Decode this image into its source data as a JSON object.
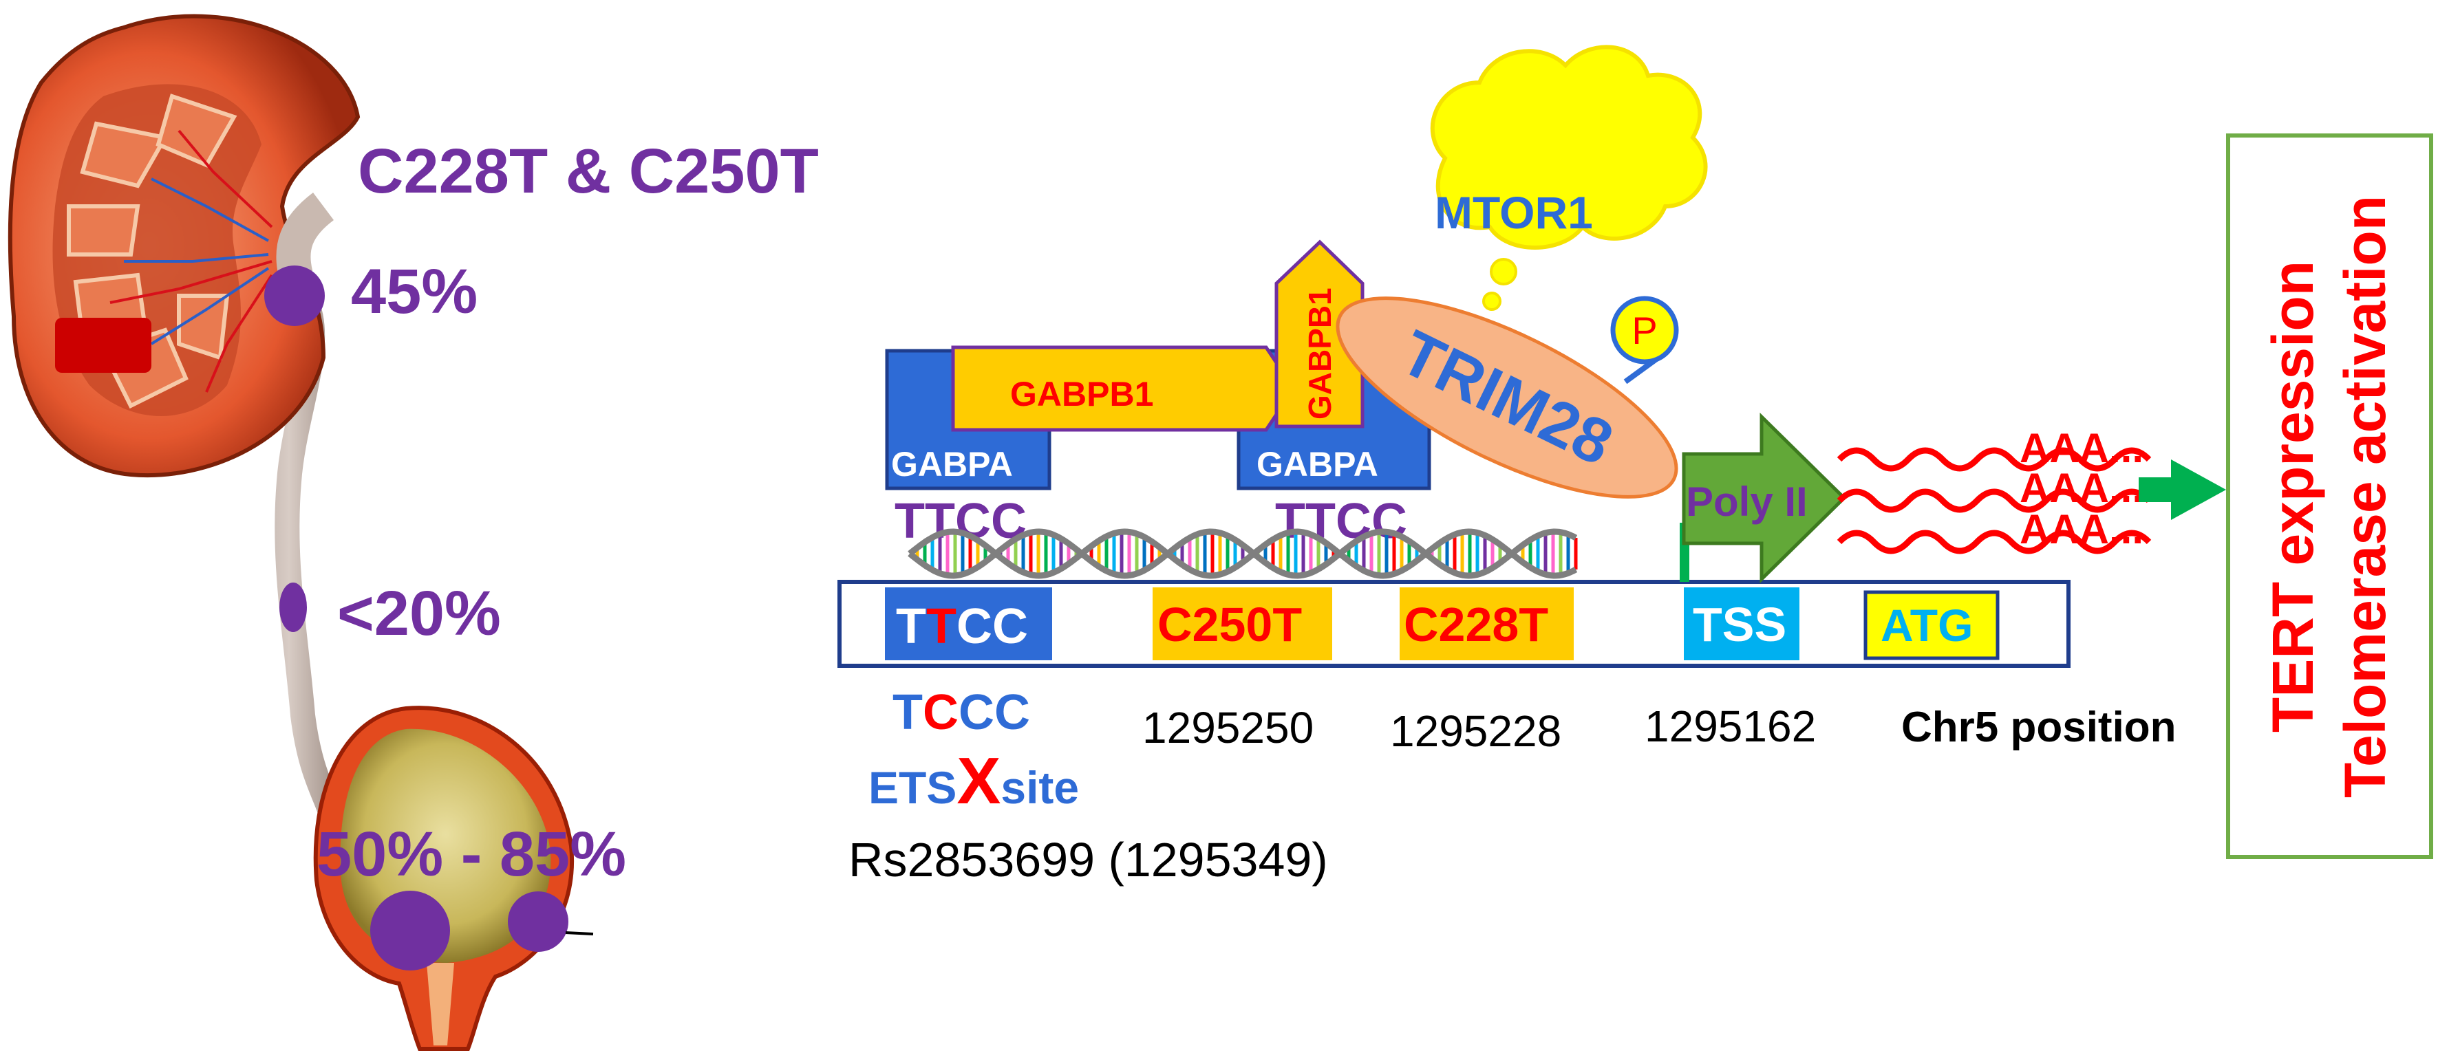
{
  "urinary": {
    "kidney_header": "C228T & C250T",
    "kidney_pct": "45%",
    "ureter_pct": "<20%",
    "bladder_pct": "50% - 85%"
  },
  "proteins": {
    "gabpa_left": "GABPA",
    "gabpa_right": "GABPA",
    "gabpb1_horizontal": "GABPB1",
    "gabpb1_vertical": "GABPB1",
    "mtor1": "MTOR1",
    "trim28": "TRIM28",
    "phospho": "P",
    "pol2": "Poly II"
  },
  "motifs": {
    "ttcc_left": "TTCC",
    "ttcc_right": "TTCC"
  },
  "promoter": {
    "box1": [
      "T",
      "T",
      "CC"
    ],
    "box2": "C250T",
    "box3": "C228T",
    "tss": "TSS",
    "atg": "ATG"
  },
  "positions": {
    "c250t": "1295250",
    "c228t": "1295228",
    "tss": "1295162",
    "axis_label": "Chr5 position"
  },
  "snp": {
    "allele": [
      "T",
      "C",
      "CC"
    ],
    "ets_prefix": "ETS",
    "ets_x": "X",
    "ets_suffix": "site",
    "rs_label": "Rs2853699 (1295349)"
  },
  "transcripts": [
    "AAA...",
    "AAA...",
    "AAA..."
  ],
  "outcome": {
    "line1": "TERT expression",
    "line2": "Telomerase activation"
  },
  "colors": {
    "purple": "#7030a0",
    "blue_box": "#2e6bd6",
    "gold": "#ffcc00",
    "red": "#ff0000",
    "green": "#3fa535",
    "teal": "#00b0f0",
    "navy": "#1f3d8c",
    "outline_green": "#70ad47"
  }
}
